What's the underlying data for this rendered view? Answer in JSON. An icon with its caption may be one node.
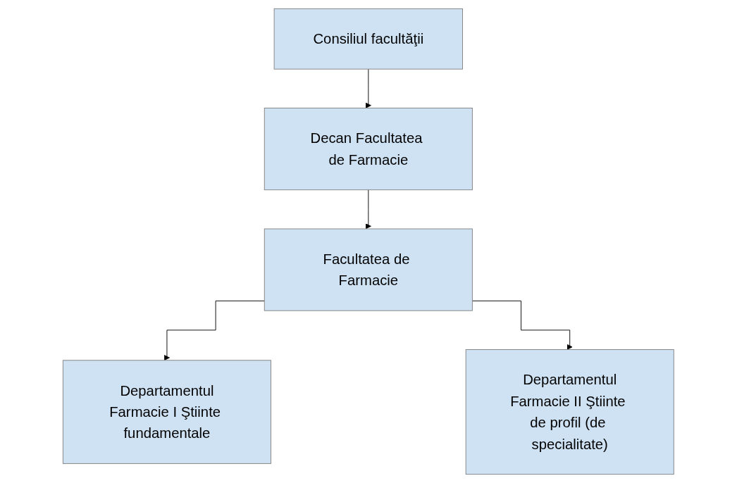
{
  "diagram": {
    "nodes": [
      {
        "text": [
          "Consiliul facultăţii"
        ]
      },
      {
        "text": [
          "Decan Facultatea de Farmacie"
        ]
      },
      {
        "text": [
          "Facultatea de Farmacie"
        ]
      },
      {
        "text": [
          "Departamentul",
          "Farmacie I Ştiinte fundamentale"
        ]
      },
      {
        "text": [
          "Departamentul",
          "Farmacie II Ştiinte de profil (de specialitate)"
        ]
      }
    ],
    "edges": [
      {
        "from": 0,
        "to": 1,
        "arrow": "to"
      },
      {
        "from": 1,
        "to": 2,
        "arrow": "to"
      },
      {
        "from": 2,
        "to": 3,
        "arrow": "to"
      },
      {
        "from": 2,
        "to": 4,
        "arrow": "to"
      }
    ]
  }
}
